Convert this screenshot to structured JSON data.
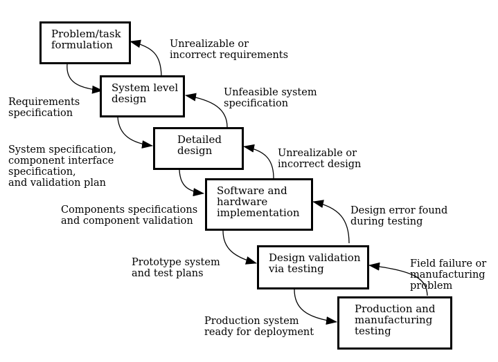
{
  "stages": [
    "Problem/task\nformulation",
    "System level\ndesign",
    "Detailed\ndesign",
    "Software and\nhardware\nimplementation",
    "Design validation\nvia testing",
    "Production and\nmanufacturing\ntesting"
  ],
  "forward_labels": [
    "Requirements\nspecification",
    "System specification,\ncomponent interface\nspecification,\nand validation plan",
    "Components specifications\nand component validation",
    "Prototype system\nand test plans",
    "Production system\nready for deployment"
  ],
  "feedback_labels": [
    "Unrealizable or\nincorrect requirements",
    "Unfeasible system\nspecification",
    "Unrealizable or\nincorrect design",
    "Design error found\nduring testing",
    "Field failure or\nmanufacturing\nproblem"
  ]
}
